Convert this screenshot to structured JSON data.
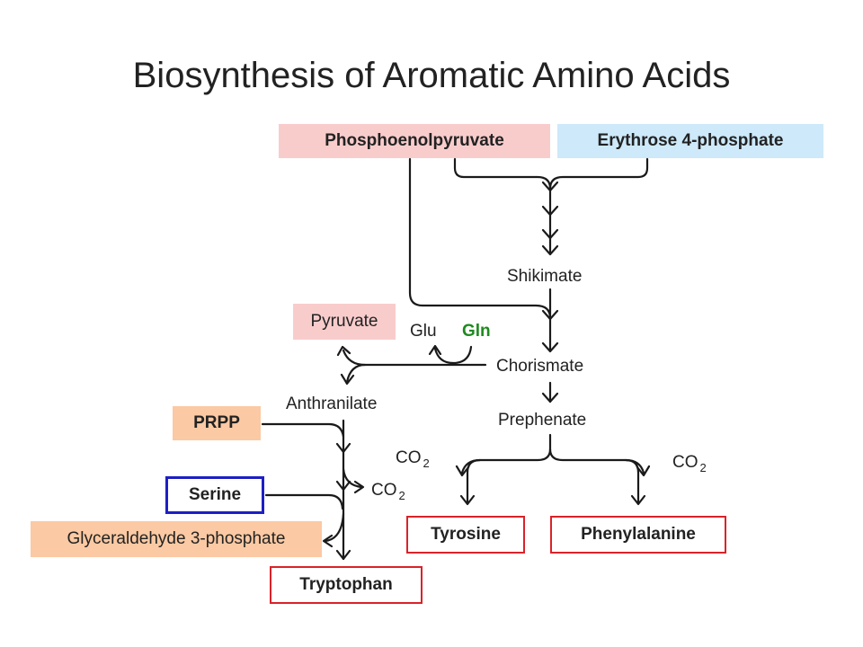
{
  "title": "Biosynthesis of Aromatic Amino Acids",
  "compounds": {
    "phosphoenolpyruvate": "Phosphoenolpyruvate",
    "erythrose_4_phosphate": "Erythrose 4-phosphate",
    "shikimate": "Shikimate",
    "pyruvate": "Pyruvate",
    "glu": "Glu",
    "gln": "Gln",
    "chorismate": "Chorismate",
    "anthranilate": "Anthranilate",
    "prephenate": "Prephenate",
    "prpp": "PRPP",
    "serine": "Serine",
    "glyceraldehyde_3_phosphate": "Glyceraldehyde 3-phosphate",
    "tyrosine": "Tyrosine",
    "phenylalanine": "Phenylalanine",
    "tryptophan": "Tryptophan"
  },
  "co2": {
    "main": "CO",
    "sub": "2"
  },
  "colors": {
    "pink_fill": "#f9cccc",
    "blue_fill": "#cde9fa",
    "orange_fill": "#fbc9a3",
    "product_border": "#d9232a",
    "serine_border": "#1d1fc4",
    "gln_text": "#1e8a1e",
    "arrow": "#1a1a1a"
  }
}
